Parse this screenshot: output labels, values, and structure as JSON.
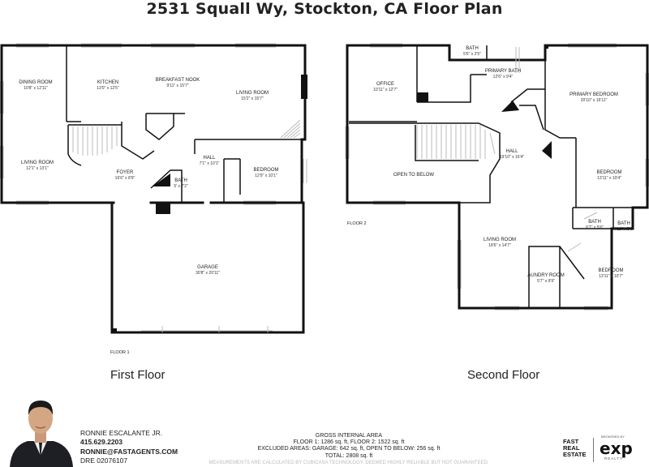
{
  "title": "2531 Squall Wy, Stockton, CA  Floor Plan",
  "floor1": {
    "label": "FLOOR 1",
    "caption": "First Floor",
    "rooms": [
      {
        "name": "DINING ROOM",
        "dims": "10'8\" x 12'11\""
      },
      {
        "name": "KITCHEN",
        "dims": "13'0\" x 12'5\""
      },
      {
        "name": "BREAKFAST NOOK",
        "dims": "9'11\" x 15'7\""
      },
      {
        "name": "LIVING ROOM",
        "dims": "15'2\" x 15'7\""
      },
      {
        "name": "LIVING ROOM",
        "dims": "12'1\" x 13'1\""
      },
      {
        "name": "FOYER",
        "dims": "16'6\" x 8'9\""
      },
      {
        "name": "HALL",
        "dims": "7'1\" x 10'1\""
      },
      {
        "name": "BEDROOM",
        "dims": "12'9\" x 10'1\""
      },
      {
        "name": "BATH",
        "dims": "5' x 7'2\""
      },
      {
        "name": "GARAGE",
        "dims": "30'8\" x 20'11\""
      }
    ]
  },
  "floor2": {
    "label": "FLOOR 2",
    "caption": "Second Floor",
    "rooms": [
      {
        "name": "BATH",
        "dims": "5'6\" x 2'5\""
      },
      {
        "name": "OFFICE",
        "dims": "10'11\" x 12'7\""
      },
      {
        "name": "PRIMARY BATH",
        "dims": "12'6\" x 9'4\""
      },
      {
        "name": "PRIMARY BEDROOM",
        "dims": "20'10\" x 16'11\""
      },
      {
        "name": "HALL",
        "dims": "19'10\" x 16'4\""
      },
      {
        "name": "OPEN TO BELOW",
        "dims": ""
      },
      {
        "name": "BEDROOM",
        "dims": "13'11\" x 10'4\""
      },
      {
        "name": "BATH",
        "dims": "6'7\" x 5'6\""
      },
      {
        "name": "BATH",
        "dims": "4'11\" x 5'6\""
      },
      {
        "name": "LIVING ROOM",
        "dims": "18'6\" x 14'7\""
      },
      {
        "name": "AUNDRY ROOM",
        "dims": "5'7\" x 9'9\""
      },
      {
        "name": "BEDROOM",
        "dims": "13'11\" x 10'7\""
      }
    ]
  },
  "agent": {
    "name": "RONNIE ESCALANTE JR.",
    "phone": "415.629.2203",
    "email": "RONNIE@FASTAGENTS.COM",
    "dre": "DRE 02076107"
  },
  "area": {
    "heading": "GROSS INTERNAL AREA",
    "floors": "FLOOR 1: 1286 sq. ft, FLOOR 2: 1522 sq. ft",
    "excluded": "EXCLUDED AREAS: GARAGE: 642 sq. ft, OPEN TO BELOW: 256 sq. ft",
    "total": "TOTAL: 2808 sq. ft",
    "disclaimer": "MEASUREMENTS ARE CALCULATED BY CUBICASA TECHNOLOGY. DEEMED HIGHLY RELIABLE BUT NOT GUARANTEED."
  },
  "logos": {
    "fast_line1": "FAST",
    "fast_line2": "REAL",
    "fast_line3": "ESTATE",
    "exp_small": "BROKERED BY",
    "exp_big": "exp",
    "exp_sub": "REALTY"
  }
}
